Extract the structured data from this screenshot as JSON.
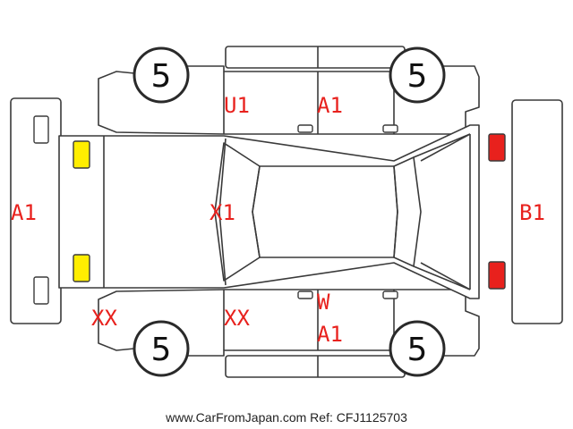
{
  "tires": {
    "front_left": "5",
    "front_right": "5",
    "rear_left": "5",
    "rear_right": "5"
  },
  "marks": {
    "front_bumper": "A1",
    "rear_bumper": "B1",
    "roof": "X1",
    "front_door_top": "U1",
    "rear_door_top": "A1",
    "front_bottom_left": "XX",
    "front_door_bottom": "XX",
    "rear_door_bottom_1": "W",
    "rear_door_bottom_2": "A1"
  },
  "colors": {
    "mark_text": "#e8211d",
    "headlight": "#ffee00",
    "taillight": "#e8211d"
  },
  "footer": "www.CarFromJapan.com Ref: CFJ1125703"
}
